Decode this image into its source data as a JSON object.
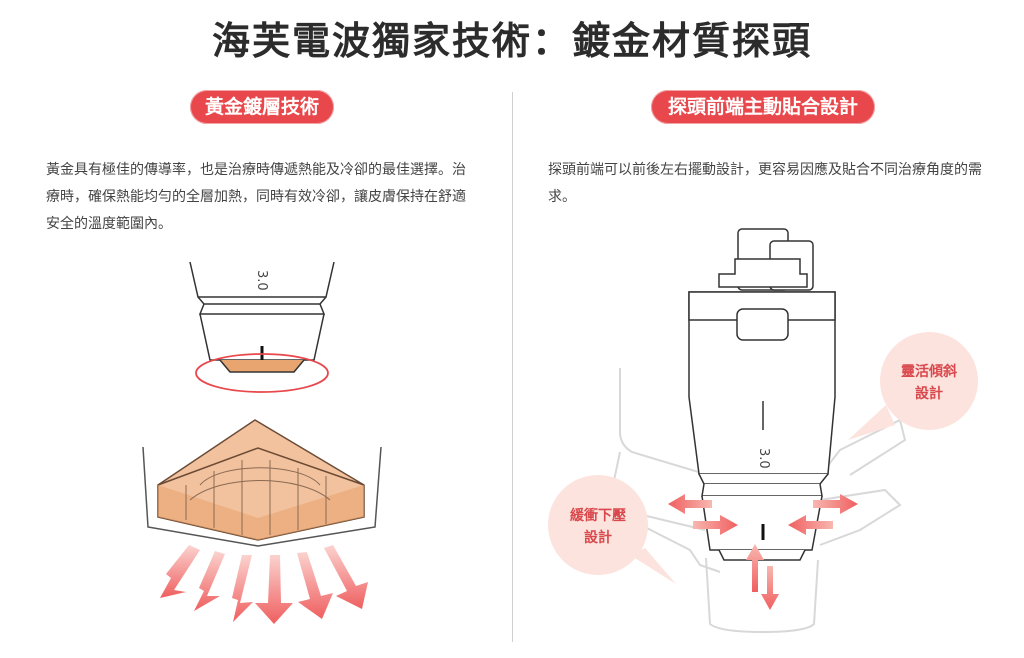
{
  "header": {
    "title": "海芙電波獨家技術：鍍金材質探頭"
  },
  "left_panel": {
    "badge": "黃金鍍層技術",
    "description": "黃金具有極佳的傳導率，也是治療時傳遞熱能及冷卻的最佳選擇。治療時，確保熱能均勻的全層加熱，同時有效冷卻，讓皮膚保持在舒適安全的溫度範圍內。",
    "probe_label": "3.0"
  },
  "right_panel": {
    "badge": "探頭前端主動貼合設計",
    "description": "探頭前端可以前後左右擺動設計，更容易因應及貼合不同治療角度的需求。",
    "probe_label": "3.0",
    "bubble_tilt_line1": "靈活傾斜",
    "bubble_tilt_line2": "設計",
    "bubble_press_line1": "緩衝下壓",
    "bubble_press_line2": "設計"
  },
  "colors": {
    "accent": "#e8474b",
    "bubble_bg": "#fde3de",
    "gold": "#e9a56f"
  }
}
